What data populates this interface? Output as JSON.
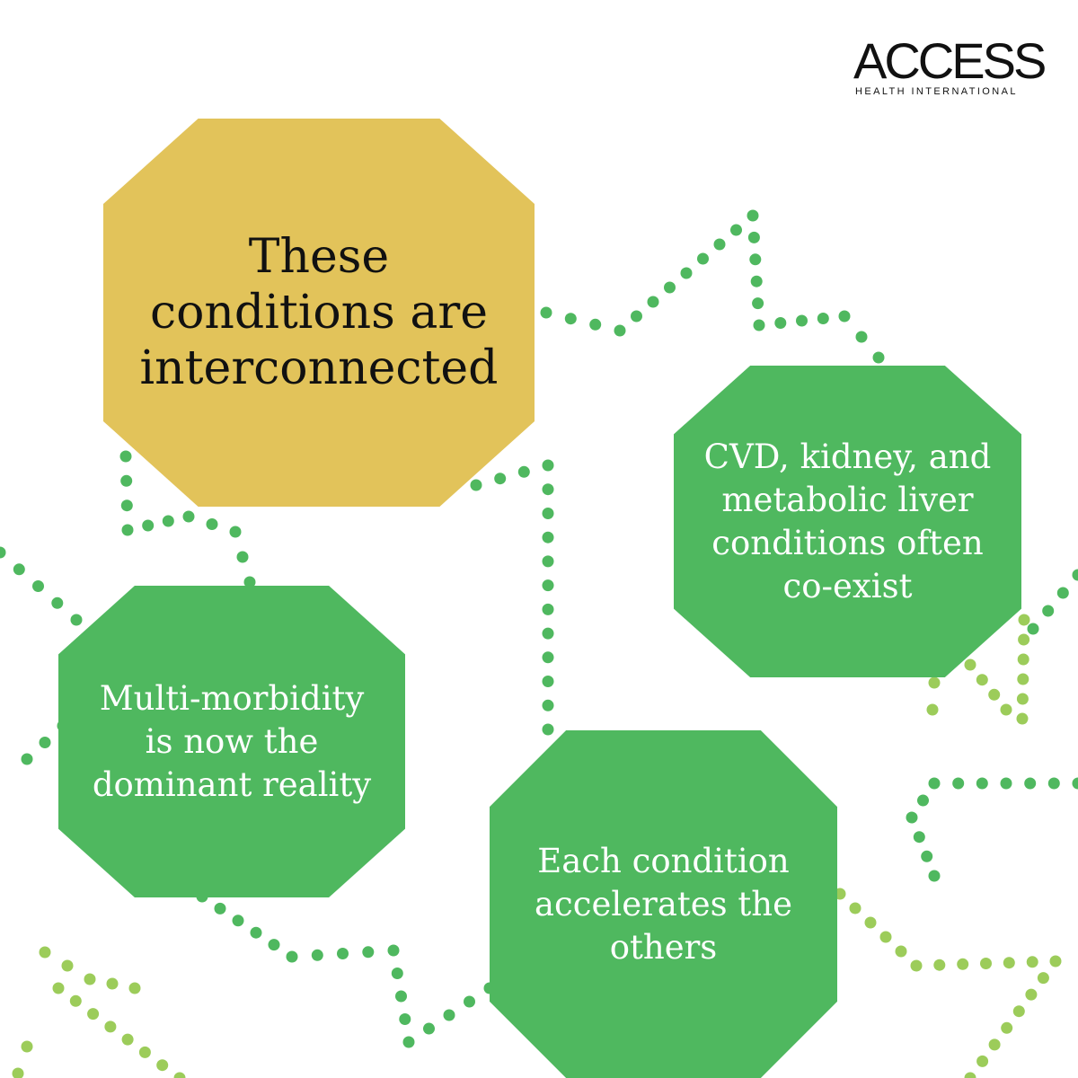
{
  "logo": {
    "wordmark": "ACCESS",
    "subtitle": "HEALTH INTERNATIONAL"
  },
  "main_node": {
    "lines": [
      "These",
      "conditions are",
      "interconnected"
    ]
  },
  "nodes": [
    {
      "id": "coexist",
      "lines": [
        "CVD, kidney, and",
        "metabolic liver",
        "conditions often",
        "co-exist"
      ]
    },
    {
      "id": "multimorbidity",
      "lines": [
        "Multi-morbidity",
        "is now the",
        "dominant reality"
      ]
    },
    {
      "id": "accelerates",
      "lines": [
        "Each condition",
        "accelerates the",
        "others"
      ]
    }
  ],
  "colors": {
    "main_fill": "#e2c35a",
    "node_fill": "#4fb85f",
    "dot_green": "#4fb85f",
    "dot_light_green": "#9ccc5a",
    "text_dark": "#111111",
    "text_light": "#ffffff"
  }
}
